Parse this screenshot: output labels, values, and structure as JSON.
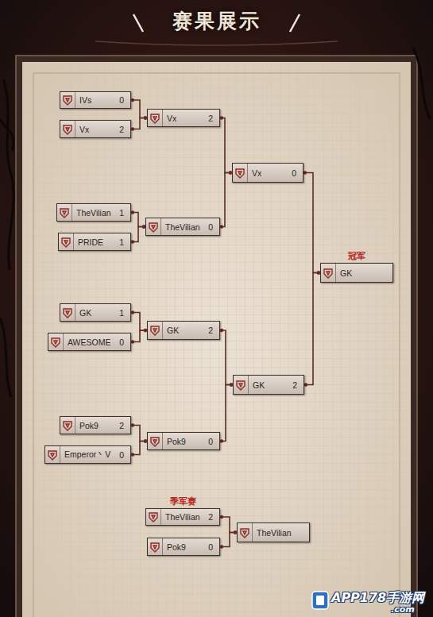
{
  "diagram": {
    "title": "赛果展示",
    "nodes": [
      {
        "text": [
          "IVs",
          "0"
        ]
      },
      {
        "text": [
          "Vx",
          "2"
        ]
      },
      {
        "text": [
          "Vx",
          "2"
        ]
      },
      {
        "text": [
          "TheVilian",
          "1"
        ]
      },
      {
        "text": [
          "PRIDE",
          "1"
        ]
      },
      {
        "text": [
          "TheVilian",
          "0"
        ]
      },
      {
        "text": [
          "Vx",
          "0"
        ]
      },
      {
        "text": [
          "冠军",
          "GK"
        ]
      },
      {
        "text": [
          "GK",
          "1"
        ]
      },
      {
        "text": [
          "AWESOME",
          "0"
        ]
      },
      {
        "text": [
          "GK",
          "2"
        ]
      },
      {
        "text": [
          "GK",
          "2"
        ]
      },
      {
        "text": [
          "Pok9",
          "2"
        ]
      },
      {
        "text": [
          "Emperor丶V",
          "0"
        ]
      },
      {
        "text": [
          "Pok9",
          "0"
        ]
      },
      {
        "text": [
          "季军赛",
          "TheVilian",
          "2"
        ]
      },
      {
        "text": [
          "Pok9",
          "0"
        ]
      },
      {
        "text": [
          "TheVilian"
        ]
      }
    ],
    "edges": [
      {
        "from": 0,
        "to": 2,
        "arrow": "none"
      },
      {
        "from": 1,
        "to": 2,
        "arrow": "none"
      },
      {
        "from": 3,
        "to": 5,
        "arrow": "none"
      },
      {
        "from": 4,
        "to": 5,
        "arrow": "none"
      },
      {
        "from": 2,
        "to": 6,
        "arrow": "none"
      },
      {
        "from": 5,
        "to": 6,
        "arrow": "none"
      },
      {
        "from": 6,
        "to": 7,
        "arrow": "none"
      },
      {
        "from": 8,
        "to": 10,
        "arrow": "none"
      },
      {
        "from": 9,
        "to": 10,
        "arrow": "none"
      },
      {
        "from": 12,
        "to": 14,
        "arrow": "none"
      },
      {
        "from": 13,
        "to": 14,
        "arrow": "none"
      },
      {
        "from": 10,
        "to": 11,
        "arrow": "none"
      },
      {
        "from": 14,
        "to": 11,
        "arrow": "none"
      },
      {
        "from": 11,
        "to": 7,
        "arrow": "none"
      },
      {
        "from": 15,
        "to": 17,
        "arrow": "none"
      },
      {
        "from": 16,
        "to": 17,
        "arrow": "none"
      }
    ],
    "labels": [
      "APP178手游网",
      ".com"
    ]
  }
}
